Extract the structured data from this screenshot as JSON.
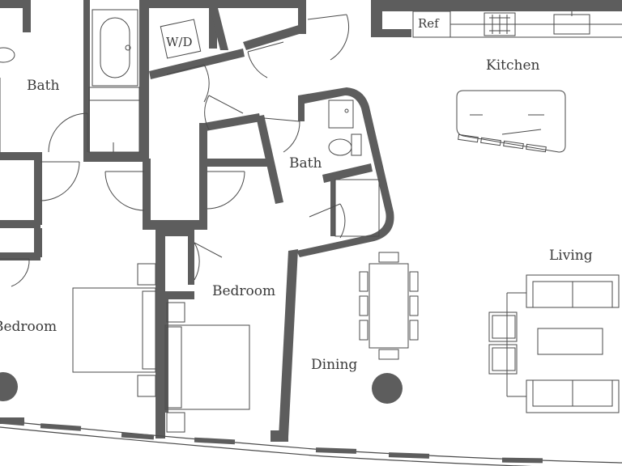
{
  "plan": {
    "colors": {
      "wall": "#5d5d5d",
      "line": "#4a4a4a",
      "bg": "#ffffff"
    },
    "rooms": {
      "bath_left": "Bath",
      "bath_center": "Bath",
      "kitchen": "Kitchen",
      "living": "Living",
      "bedroom_center": "Bedroom",
      "bedroom_left": "Bedroom",
      "dining": "Dining"
    },
    "fixtures": {
      "washer_dryer": "W/D",
      "refrigerator": "Ref"
    }
  }
}
